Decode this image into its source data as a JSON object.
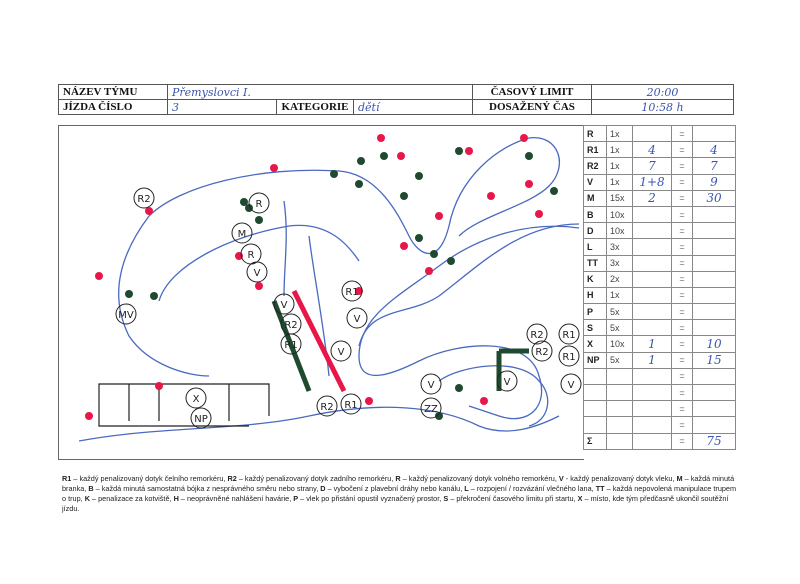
{
  "header": {
    "team_label": "NÁZEV TÝMU",
    "team_value": "Přemyslovci I.",
    "ride_label": "JÍZDA ČÍSLO",
    "ride_value": "3",
    "category_label": "KATEGORIE",
    "category_value": "dětí",
    "time_limit_label": "ČASOVÝ LIMIT",
    "time_limit_value": "20:00",
    "achieved_time_label": "DOSAŽENÝ ČAS",
    "achieved_time_value": "10:58 h"
  },
  "map_labels": [
    "R2",
    "R",
    "M",
    "R",
    "V",
    "MV",
    "R1",
    "R2",
    "V",
    "V",
    "R1",
    "V",
    "X",
    "NP",
    "R2",
    "R1",
    "V",
    "ZZ",
    "R2",
    "R1",
    "V",
    "R2",
    "R1",
    "V"
  ],
  "score_rows": [
    {
      "code": "R",
      "mult": "1x",
      "count": "",
      "eq": "=",
      "total": ""
    },
    {
      "code": "R1",
      "mult": "1x",
      "count": "4",
      "eq": "=",
      "total": "4"
    },
    {
      "code": "R2",
      "mult": "1x",
      "count": "7",
      "eq": "=",
      "total": "7"
    },
    {
      "code": "V",
      "mult": "1x",
      "count": "1+8",
      "eq": "=",
      "total": "9"
    },
    {
      "code": "M",
      "mult": "15x",
      "count": "2",
      "eq": "=",
      "total": "30"
    },
    {
      "code": "B",
      "mult": "10x",
      "count": "",
      "eq": "=",
      "total": ""
    },
    {
      "code": "D",
      "mult": "10x",
      "count": "",
      "eq": "=",
      "total": ""
    },
    {
      "code": "L",
      "mult": "3x",
      "count": "",
      "eq": "=",
      "total": ""
    },
    {
      "code": "TT",
      "mult": "3x",
      "count": "",
      "eq": "=",
      "total": ""
    },
    {
      "code": "K",
      "mult": "2x",
      "count": "",
      "eq": "=",
      "total": ""
    },
    {
      "code": "H",
      "mult": "1x",
      "count": "",
      "eq": "=",
      "total": ""
    },
    {
      "code": "P",
      "mult": "5x",
      "count": "",
      "eq": "=",
      "total": ""
    },
    {
      "code": "S",
      "mult": "5x",
      "count": "",
      "eq": "=",
      "total": ""
    },
    {
      "code": "X",
      "mult": "10x",
      "count": "1",
      "eq": "=",
      "total": "10"
    },
    {
      "code": "NP",
      "mult": "5x",
      "count": "1",
      "eq": "=",
      "total": "15"
    },
    {
      "code": "",
      "mult": "",
      "count": "",
      "eq": "=",
      "total": ""
    },
    {
      "code": "",
      "mult": "",
      "count": "",
      "eq": "=",
      "total": ""
    },
    {
      "code": "",
      "mult": "",
      "count": "",
      "eq": "=",
      "total": ""
    },
    {
      "code": "",
      "mult": "",
      "count": "",
      "eq": "=",
      "total": ""
    },
    {
      "code": "Σ",
      "mult": "",
      "count": "",
      "eq": "=",
      "total": "75"
    }
  ],
  "legend": [
    {
      "k": "R1",
      "t": " – každý penalizovaný dotyk čelního remorkéru, "
    },
    {
      "k": "R2",
      "t": " – každý penalizovaný dotyk zadního remorkéru, "
    },
    {
      "k": "R",
      "t": " – každý penalizovaný dotyk volného remorkéru, "
    },
    {
      "k": "V",
      "t": " - každý penalizovaný dotyk vleku, "
    },
    {
      "k": "M",
      "t": " – každá minutá branka, "
    },
    {
      "k": "B",
      "t": " – každá minutá samostatná bójka z nesprávného směru nebo strany, "
    },
    {
      "k": "D",
      "t": " – vybočení z plavební dráhy nebo kanálu, "
    },
    {
      "k": "L",
      "t": " – rozpojení / rozvázání vlečného lana, "
    },
    {
      "k": "TT",
      "t": " – každá nepovolená manipulace trupem o trup, "
    },
    {
      "k": "K",
      "t": " – penalizace za kotviště, "
    },
    {
      "k": "H",
      "t": " – neoprávněné nahlášení havárie, "
    },
    {
      "k": "P",
      "t": " – vlek po přistání opustil vyznačený prostor, "
    },
    {
      "k": "S",
      "t": " – překročení časového limitu při startu, "
    },
    {
      "k": "X",
      "t": " – místo, kde tým předčasně ukončil soutěžní jízdu."
    }
  ],
  "colors": {
    "red": "#e8174a",
    "green": "#1f4a30",
    "ink": "#4a6ac0"
  }
}
